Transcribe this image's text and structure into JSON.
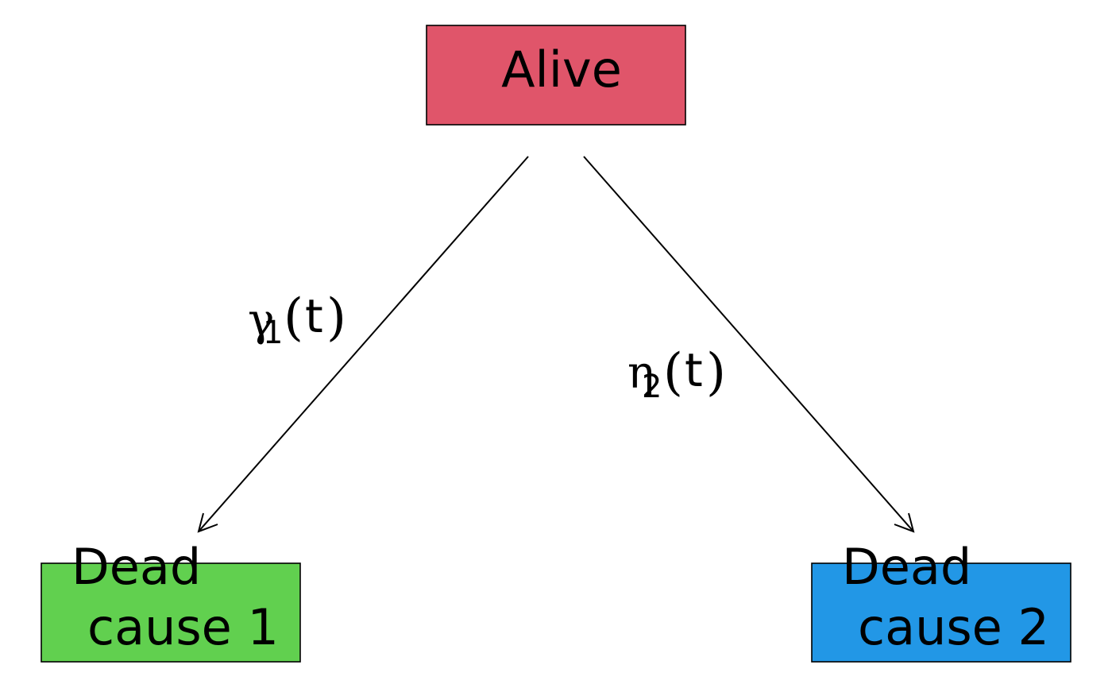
{
  "nodes": {
    "alive": {
      "label": "Alive",
      "color": "#E0556A"
    },
    "dead1": {
      "label_line1": "Dead",
      "label_line2": "cause 1",
      "color": "#61D04F"
    },
    "dead2": {
      "label_line1": "Dead",
      "label_line2": "cause 2",
      "color": "#2297E6"
    }
  },
  "edges": {
    "to_dead1": {
      "symbol": "γ",
      "subscript": "1",
      "open": "(",
      "var": "t",
      "close": ")"
    },
    "to_dead2": {
      "symbol": "η",
      "subscript": "2",
      "open": "(",
      "var": "t",
      "close": ")"
    }
  }
}
